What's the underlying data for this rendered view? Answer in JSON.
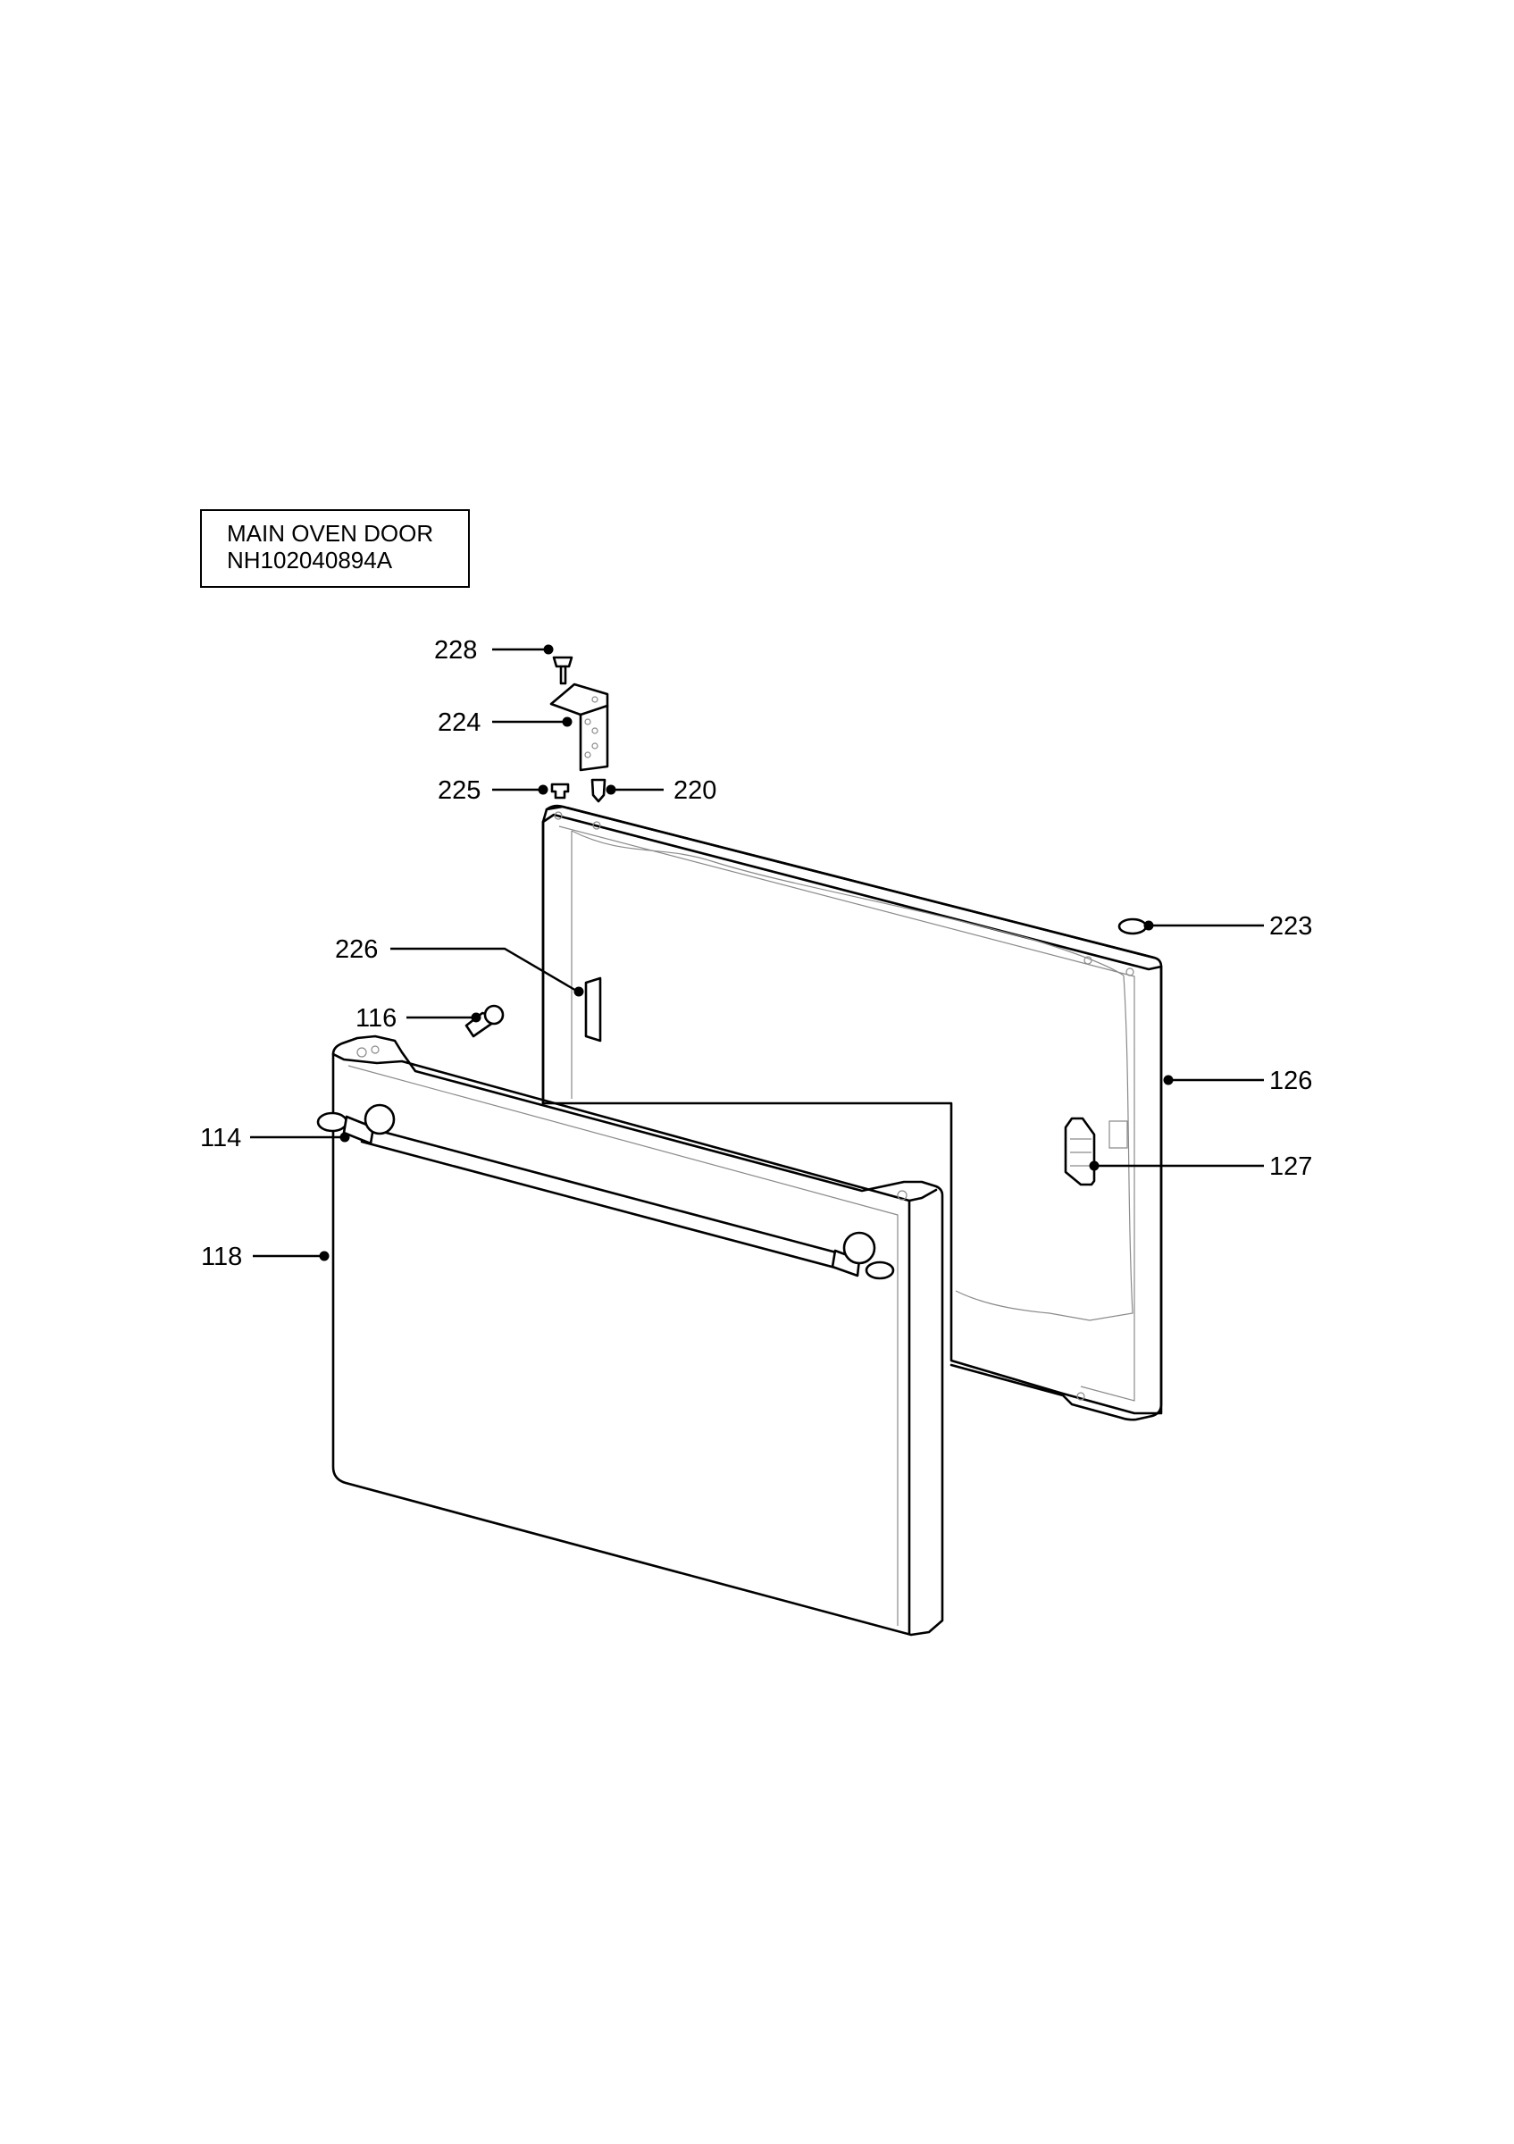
{
  "title": {
    "line1": "MAIN OVEN DOOR",
    "line2": "NH102040894A"
  },
  "callouts": [
    {
      "id": "c228",
      "label": "228"
    },
    {
      "id": "c224",
      "label": "224"
    },
    {
      "id": "c225",
      "label": "225"
    },
    {
      "id": "c220",
      "label": "220"
    },
    {
      "id": "c223",
      "label": "223"
    },
    {
      "id": "c226",
      "label": "226"
    },
    {
      "id": "c116",
      "label": "116"
    },
    {
      "id": "c126",
      "label": "126"
    },
    {
      "id": "c114",
      "label": "114"
    },
    {
      "id": "c127",
      "label": "127"
    },
    {
      "id": "c118",
      "label": "118"
    }
  ]
}
